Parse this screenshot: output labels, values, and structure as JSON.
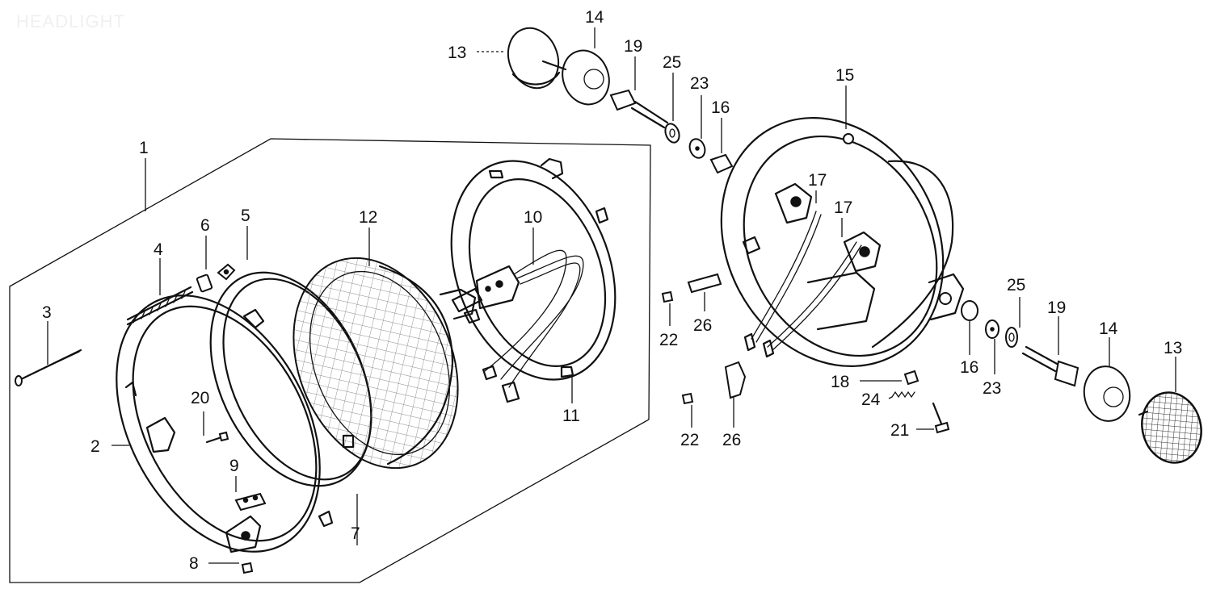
{
  "title": "HEADLIGHT",
  "icons": {
    "diagram": "exploded-view-diagram"
  },
  "callouts": {
    "c1": "1",
    "c2": "2",
    "c3": "3",
    "c4": "4",
    "c5": "5",
    "c6": "6",
    "c7": "7",
    "c8": "8",
    "c9": "9",
    "c10": "10",
    "c11": "11",
    "c12": "12",
    "c13a": "13",
    "c13b": "13",
    "c14a": "14",
    "c14b": "14",
    "c15": "15",
    "c16a": "16",
    "c16b": "16",
    "c17a": "17",
    "c17b": "17",
    "c18": "18",
    "c19a": "19",
    "c19b": "19",
    "c20": "20",
    "c21": "21",
    "c22a": "22",
    "c22b": "22",
    "c23a": "23",
    "c23b": "23",
    "c24": "24",
    "c25a": "25",
    "c25b": "25",
    "c26a": "26",
    "c26b": "26"
  }
}
